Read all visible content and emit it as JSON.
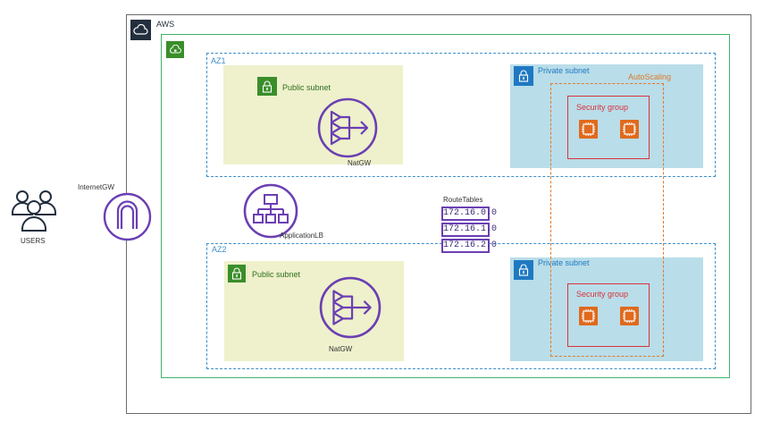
{
  "aws_cloud": {
    "label": "AWS"
  },
  "users": {
    "label": "USERS"
  },
  "internet_gateway": {
    "label": "InternetGW"
  },
  "load_balancer": {
    "label": "ApplicationLB"
  },
  "route_tables": {
    "title": "RouteTables",
    "entries": [
      "172.16.0.0",
      "172.16.1.0",
      "172.16.2.0"
    ]
  },
  "az1": {
    "label": "AZ1",
    "public_subnet": {
      "label": "Public subnet",
      "nat_label": "NatGW"
    },
    "private_subnet": {
      "label": "Private subnet",
      "security_group": "Security group"
    }
  },
  "az2": {
    "label": "AZ2",
    "public_subnet": {
      "label": "Public subnet",
      "nat_label": "NatGW"
    },
    "private_subnet": {
      "label": "Private subnet",
      "security_group": "Security group"
    }
  },
  "autoscaling": {
    "label": "AutoScaling"
  },
  "colors": {
    "aws_border": "#6b6b6b",
    "vpc_border": "#3fb36a",
    "az_border": "#3d8fc9",
    "public_subnet": "#eef1cb",
    "private_subnet": "#b9dde9",
    "subnet_icon_public": "#3a8e2a",
    "subnet_icon_private": "#1f79c2",
    "autoscaling": "#e07a28",
    "security_group": "#d9333a",
    "ec2": "#e06a1d",
    "network_icon": "#6b3fb3"
  },
  "icons": [
    "aws-cloud-icon",
    "vpc-icon",
    "users-icon",
    "internet-gateway-icon",
    "load-balancer-icon",
    "nat-gateway-icon",
    "lock-icon",
    "ec2-instance-icon"
  ]
}
